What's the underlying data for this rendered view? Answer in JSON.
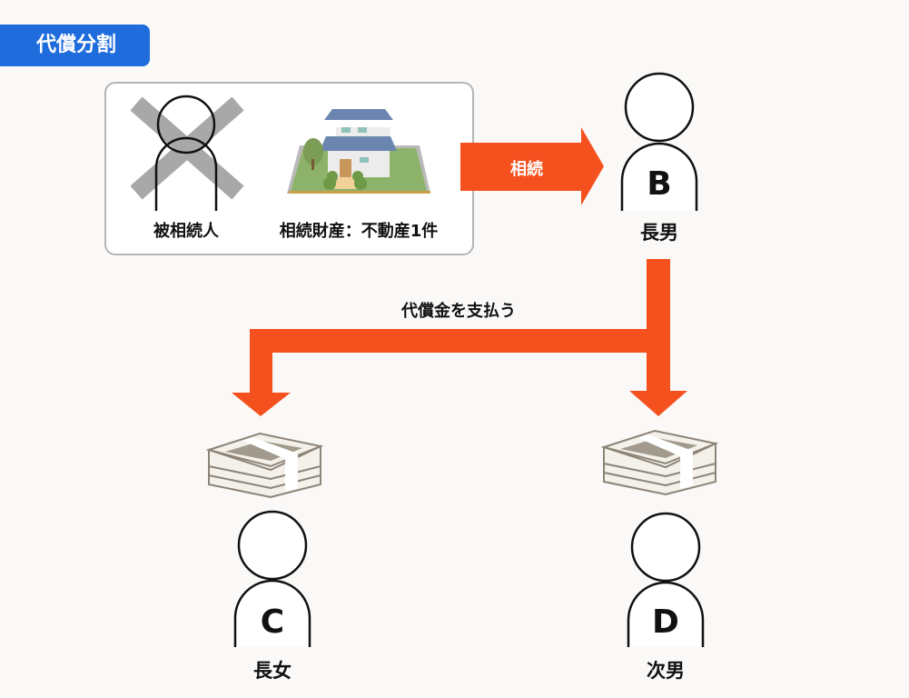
{
  "title": "代償分割",
  "decedent": {
    "label": "被相続人"
  },
  "estate": {
    "label": "相続財産：不動産1件"
  },
  "inherit_arrow": {
    "label": "相続"
  },
  "payment": {
    "label": "代償金を支払う"
  },
  "persons": [
    {
      "letter": "B",
      "label": "長男"
    },
    {
      "letter": "C",
      "label": "長女"
    },
    {
      "letter": "D",
      "label": "次男"
    }
  ],
  "colors": {
    "accent": "#1f6ddd",
    "arrow": "#f4511e"
  }
}
